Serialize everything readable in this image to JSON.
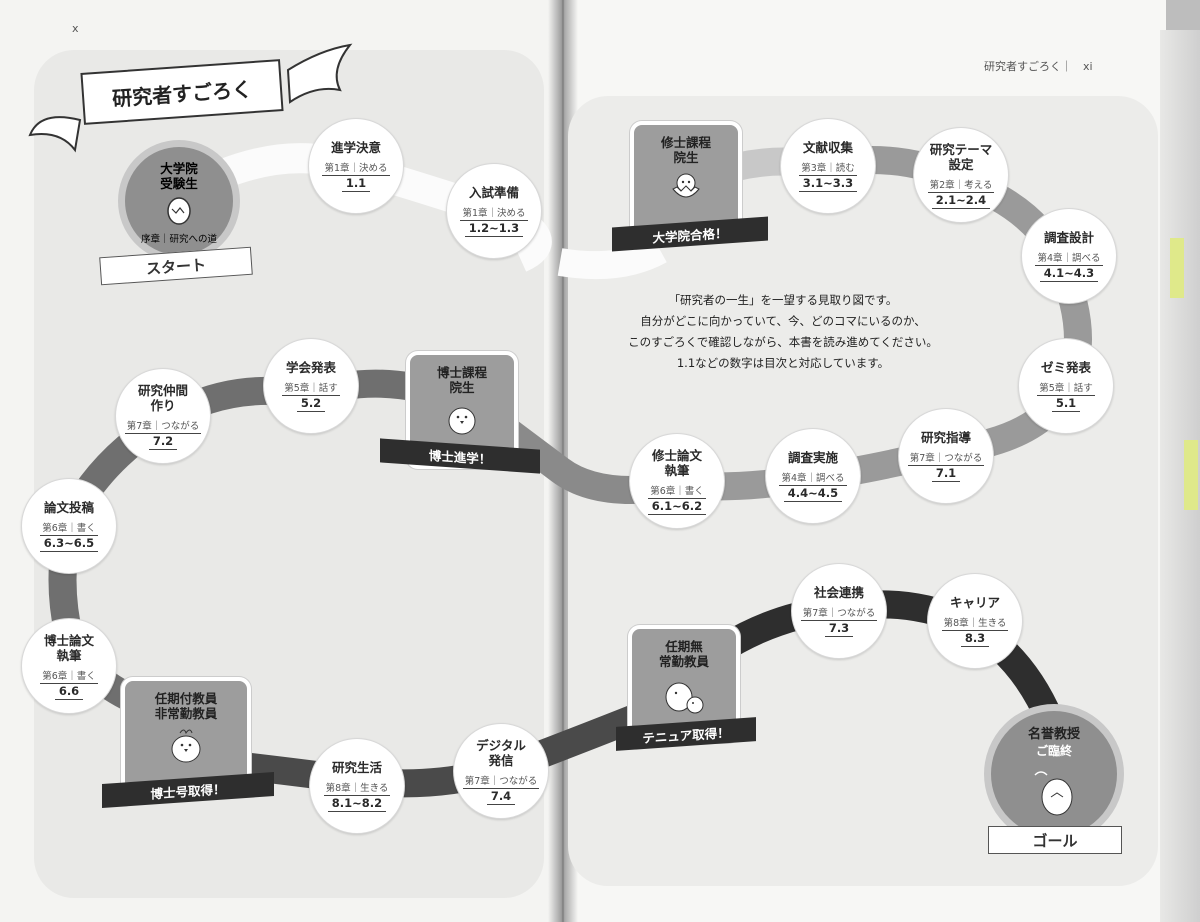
{
  "left_page": {
    "page_mark": "x",
    "title": "研究者すごろく",
    "start": {
      "label": "大学院\n受験生",
      "caption": "序章｜研究への道",
      "banner": "スタート"
    },
    "stage_phd": {
      "label": "博士課程\n院生",
      "banner": "博士進学！"
    },
    "stage_fixed": {
      "label": "任期付教員\n非常勤教員",
      "banner": "博士号取得！"
    }
  },
  "right_page": {
    "header": "研究者すごろく｜　xi",
    "stage_master": {
      "label": "修士課程\n院生",
      "banner": "大学院合格！"
    },
    "stage_tenure": {
      "label": "任期無\n常勤教員",
      "banner": "テニュア取得！"
    },
    "goal": {
      "label": "名誉教授",
      "sub": "ご臨終",
      "banner": "ゴール"
    },
    "description": [
      "「研究者の一生」を一望する見取り図です。",
      "自分がどこに向かっていて、今、どのコマにいるのか、",
      "このすごろくで確認しながら、本書を読み進めてください。",
      "1.1などの数字は目次と対応しています。"
    ]
  },
  "nodes": [
    {
      "id": "shingaku",
      "title": "進学決意",
      "chapter": "第1章｜決める",
      "section": "1.1"
    },
    {
      "id": "nyushi",
      "title": "入試準備",
      "chapter": "第1章｜決める",
      "section": "1.2~1.3"
    },
    {
      "id": "bunken",
      "title": "文献収集",
      "chapter": "第3章｜読む",
      "section": "3.1~3.3"
    },
    {
      "id": "theme",
      "title": "研究テーマ\n設定",
      "chapter": "第2章｜考える",
      "section": "2.1~2.4"
    },
    {
      "id": "chosa",
      "title": "調査設計",
      "chapter": "第4章｜調べる",
      "section": "4.1~4.3"
    },
    {
      "id": "zemi",
      "title": "ゼミ発表",
      "chapter": "第5章｜話す",
      "section": "5.1"
    },
    {
      "id": "shido",
      "title": "研究指導",
      "chapter": "第7章｜つながる",
      "section": "7.1"
    },
    {
      "id": "jisshi",
      "title": "調査実施",
      "chapter": "第4章｜調べる",
      "section": "4.4~4.5"
    },
    {
      "id": "shuron",
      "title": "修士論文\n執筆",
      "chapter": "第6章｜書く",
      "section": "6.1~6.2"
    },
    {
      "id": "gakkai",
      "title": "学会発表",
      "chapter": "第5章｜話す",
      "section": "5.2"
    },
    {
      "id": "nakama",
      "title": "研究仲間\n作り",
      "chapter": "第7章｜つながる",
      "section": "7.2"
    },
    {
      "id": "toko",
      "title": "論文投稿",
      "chapter": "第6章｜書く",
      "section": "6.3~6.5"
    },
    {
      "id": "hakuron",
      "title": "博士論文\n執筆",
      "chapter": "第6章｜書く",
      "section": "6.6"
    },
    {
      "id": "seikatsu",
      "title": "研究生活",
      "chapter": "第8章｜生きる",
      "section": "8.1~8.2"
    },
    {
      "id": "digital",
      "title": "デジタル\n発信",
      "chapter": "第7章｜つながる",
      "section": "7.4"
    },
    {
      "id": "shakai",
      "title": "社会連携",
      "chapter": "第7章｜つながる",
      "section": "7.3"
    },
    {
      "id": "career",
      "title": "キャリア",
      "chapter": "第8章｜生きる",
      "section": "8.3"
    }
  ],
  "colors": {
    "track_light": "#e2e2e2",
    "track_mid": "#8a8a8a",
    "track_dark": "#3a3a3a",
    "stage_bg": "#9d9d9d",
    "tab": "#dfe98a"
  }
}
